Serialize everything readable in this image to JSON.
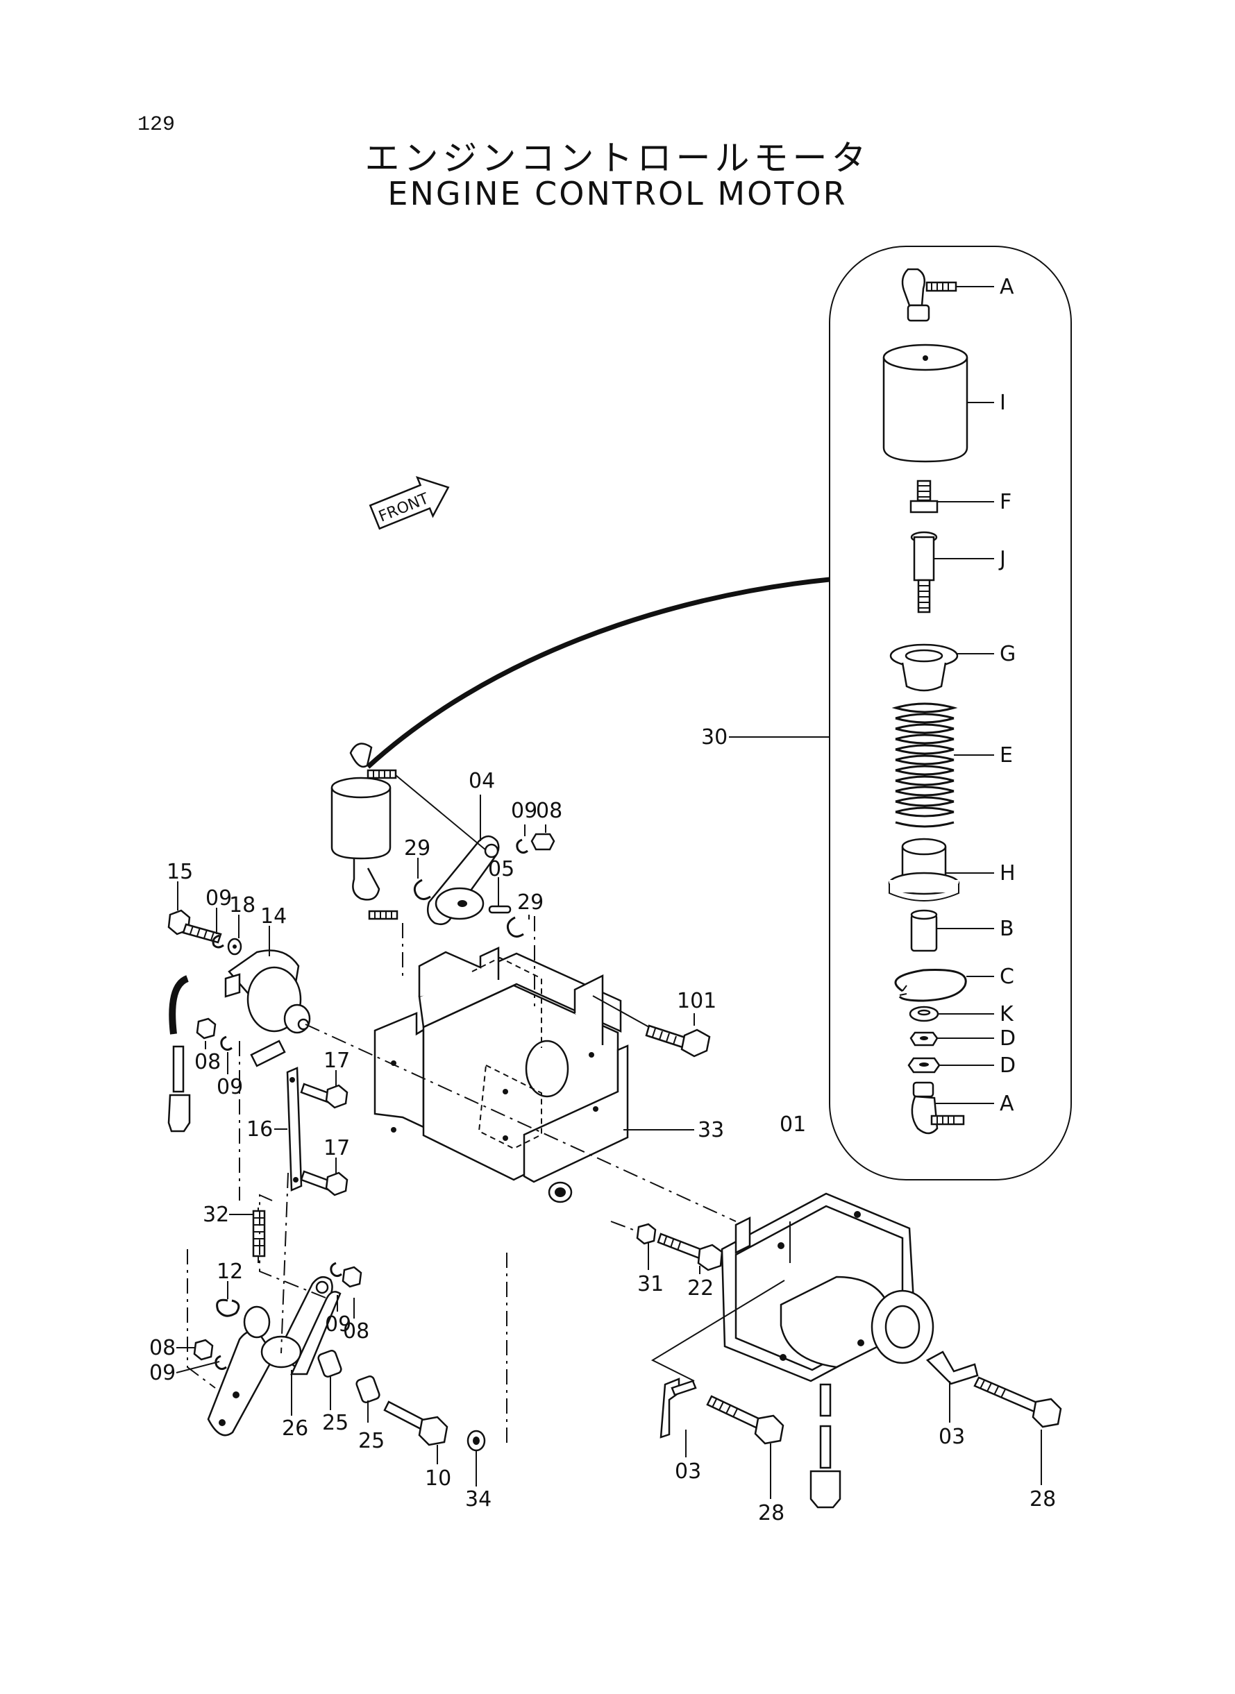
{
  "page_number": "129",
  "title_jp": "エンジンコントロールモータ",
  "title_en": "ENGINE CONTROL MOTOR",
  "front_label": "FRONT",
  "callouts": {
    "c01": "01",
    "c03a": "03",
    "c03b": "03",
    "c04": "04",
    "c05": "05",
    "c08a": "08",
    "c08b": "08",
    "c08c": "08",
    "c08d": "08",
    "c09a": "09",
    "c09b": "09",
    "c09c": "09",
    "c09d": "09",
    "c09e": "09",
    "c10": "10",
    "c12": "12",
    "c14": "14",
    "c15": "15",
    "c16": "16",
    "c17a": "17",
    "c17b": "17",
    "c18": "18",
    "c22": "22",
    "c25a": "25",
    "c25b": "25",
    "c26": "26",
    "c28a": "28",
    "c28b": "28",
    "c29a": "29",
    "c29b": "29",
    "c30": "30",
    "c31": "31",
    "c32": "32",
    "c33": "33",
    "c34": "34",
    "c101": "101"
  },
  "detail_callouts": {
    "A1": "A",
    "I": "I",
    "F": "F",
    "J": "J",
    "G": "G",
    "E": "E",
    "H": "H",
    "B": "B",
    "C": "C",
    "K": "K",
    "D1": "D",
    "D2": "D",
    "A2": "A"
  }
}
